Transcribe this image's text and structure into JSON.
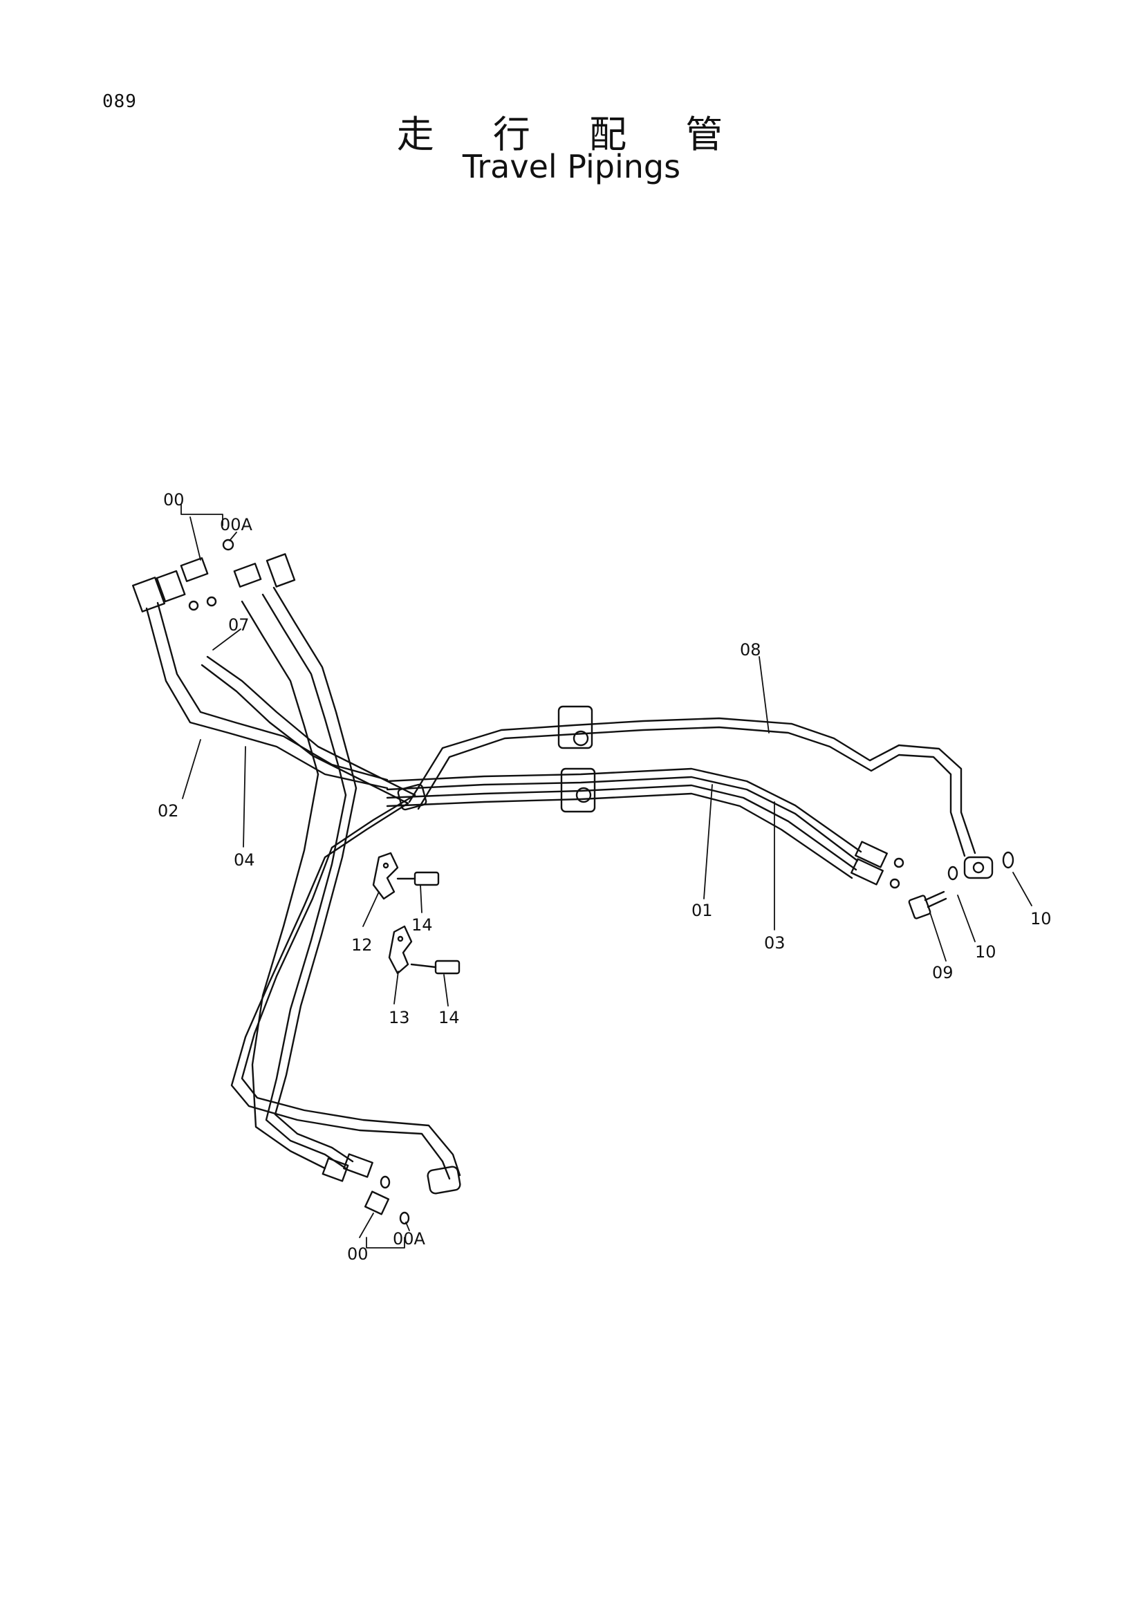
{
  "page": {
    "number": "089"
  },
  "title": {
    "japanese": "走 行 配 管",
    "english": "Travel Pipings"
  },
  "callouts": {
    "c00_top": "00",
    "c00A_top": "00A",
    "c07": "07",
    "c08": "08",
    "c02": "02",
    "c04": "04",
    "c01": "01",
    "c03": "03",
    "c09": "09",
    "c10a": "10",
    "c10b": "10",
    "c12": "12",
    "c13": "13",
    "c14a": "14",
    "c14b": "14",
    "c00_bottom": "00",
    "c00A_bottom": "00A"
  }
}
